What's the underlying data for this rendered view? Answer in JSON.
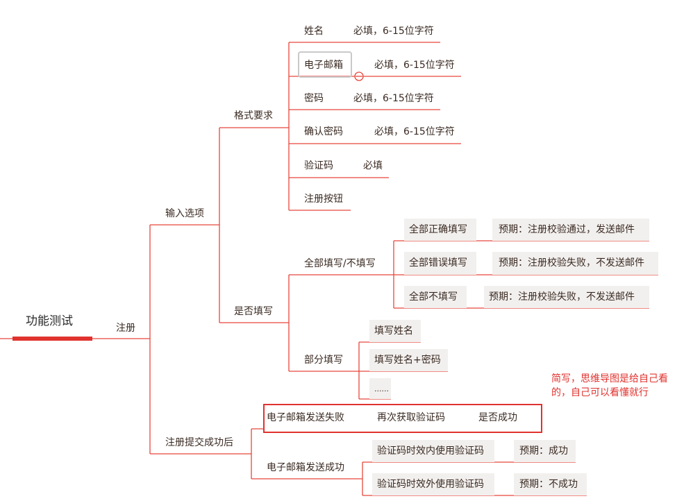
{
  "mindmap": {
    "root": "功能测试",
    "l1": "注册",
    "input_options": "输入选项",
    "after_submit": "注册提交成功后",
    "format_req": "格式要求",
    "fill_or_not": "是否填写",
    "fields": [
      {
        "name": "姓名",
        "rule": "必填，6-15位字符"
      },
      {
        "name": "电子邮箱",
        "rule": "必填，6-15位字符"
      },
      {
        "name": "密码",
        "rule": "必填，6-15位字符"
      },
      {
        "name": "确认密码",
        "rule": "必填，6-15位字符"
      },
      {
        "name": "验证码",
        "rule": "必填"
      },
      {
        "name": "注册按钮",
        "rule": ""
      }
    ],
    "all_fill": "全部填写/不填写",
    "all_fill_cases": [
      {
        "case": "全部正确填写",
        "expect": "预期：注册校验通过，发送邮件"
      },
      {
        "case": "全部错误填写",
        "expect": "预期：注册校验失败，不发送邮件"
      },
      {
        "case": "全部不填写",
        "expect": "预期：注册校验失败，不发送邮件"
      }
    ],
    "partial_fill": "部分填写",
    "partial_cases": [
      "填写姓名",
      "填写姓名+密码",
      "......"
    ],
    "email_fail": "电子邮箱发送失败",
    "email_fail_chain": [
      "再次获取验证码",
      "是否成功"
    ],
    "email_success": "电子邮箱发送成功",
    "email_success_cases": [
      {
        "case": "验证码时效内使用验证码",
        "expect": "预期：成功"
      },
      {
        "case": "验证码时效外使用验证码",
        "expect": "预期：不成功"
      }
    ],
    "note": "简写，思维导图是给自己看的，自己可以看懂就行",
    "colors": {
      "line": "#e8463b",
      "root_bar": "#e0322e",
      "chip_bg": "#f2f0ee",
      "note": "#e0322e"
    }
  }
}
